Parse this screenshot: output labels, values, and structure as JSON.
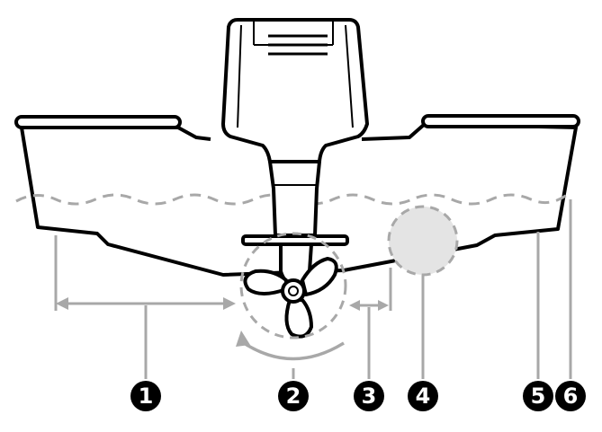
{
  "callouts": [
    {
      "number": "1"
    },
    {
      "number": "2"
    },
    {
      "number": "3"
    },
    {
      "number": "4"
    },
    {
      "number": "5"
    },
    {
      "number": "6"
    }
  ],
  "colors": {
    "outline": "#000000",
    "guide": "#a8a8a8",
    "zone_fill": "#e4e4e4",
    "badge": "#000000",
    "badge_text": "#ffffff"
  }
}
